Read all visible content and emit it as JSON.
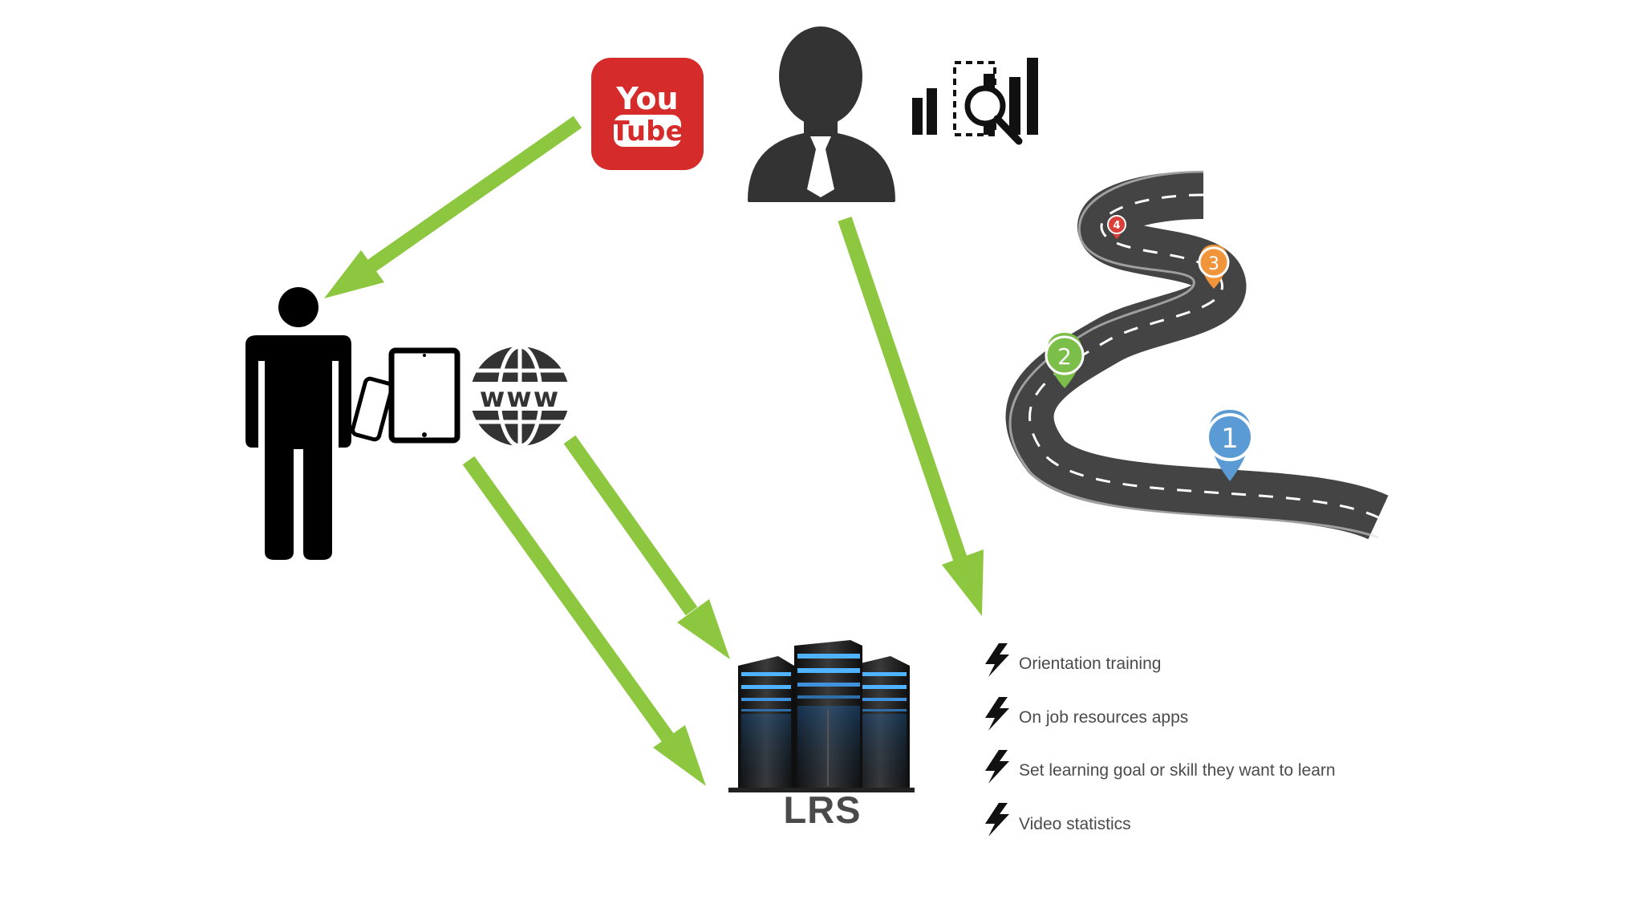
{
  "youtube_logo": {
    "you": "You",
    "tube": "Tube"
  },
  "globe": {
    "text": "www"
  },
  "roadmap": {
    "markers": [
      "1",
      "2",
      "3",
      "4"
    ],
    "marker_colors": [
      "#5b9bd5",
      "#7bbf4a",
      "#f0953a",
      "#d9403a"
    ]
  },
  "lrs": {
    "label": "LRS"
  },
  "features": {
    "items": [
      "Orientation training",
      "On job resources apps",
      "Set learning goal or skill they want to learn",
      "Video statistics"
    ]
  },
  "colors": {
    "arrow": "#8dc63f",
    "youtube_red": "#d52b2b",
    "icon_dark": "#333333",
    "server_blue": "#4fb3ff"
  }
}
